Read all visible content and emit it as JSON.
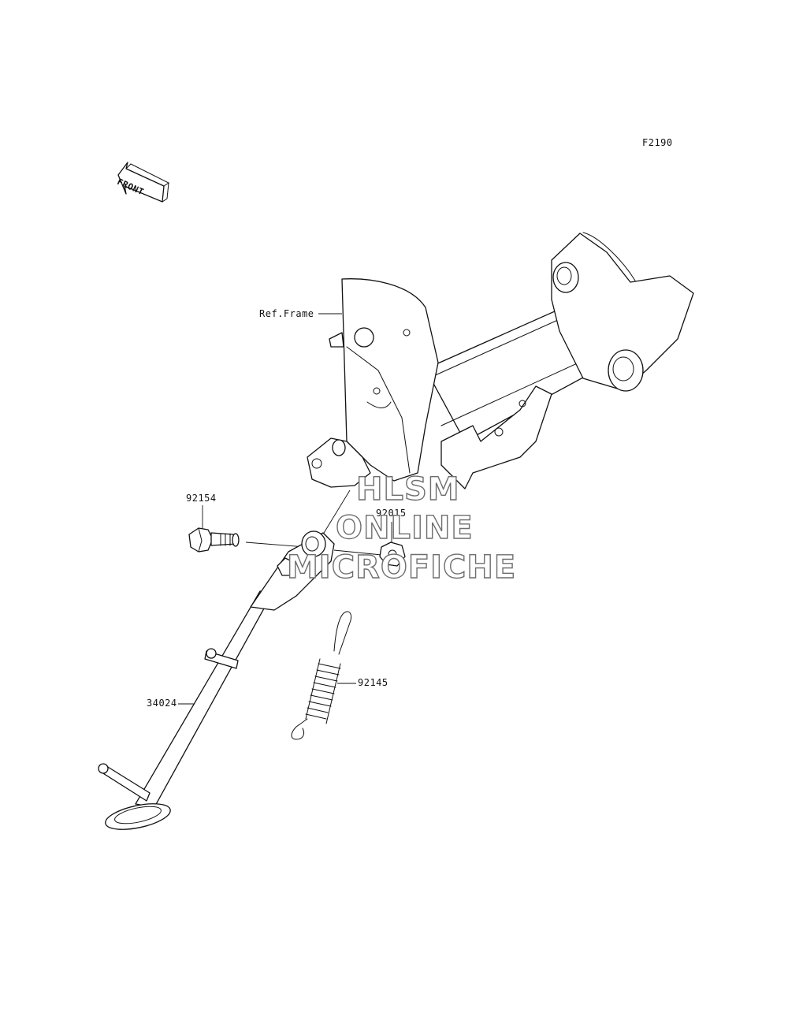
{
  "diagram": {
    "figure_code": "F2190",
    "front_label": "FRONT",
    "labels": {
      "ref_frame": "Ref.Frame",
      "bolt": "92154",
      "nut": "92015",
      "spring": "92145",
      "stand": "34024"
    },
    "watermark": {
      "line1": "HLSM",
      "line2": "ONLINE",
      "line3": "MICROFICHE"
    }
  },
  "colors": {
    "line": "#111111",
    "watermark_outline": "#6e6e6e",
    "background": "#ffffff"
  }
}
